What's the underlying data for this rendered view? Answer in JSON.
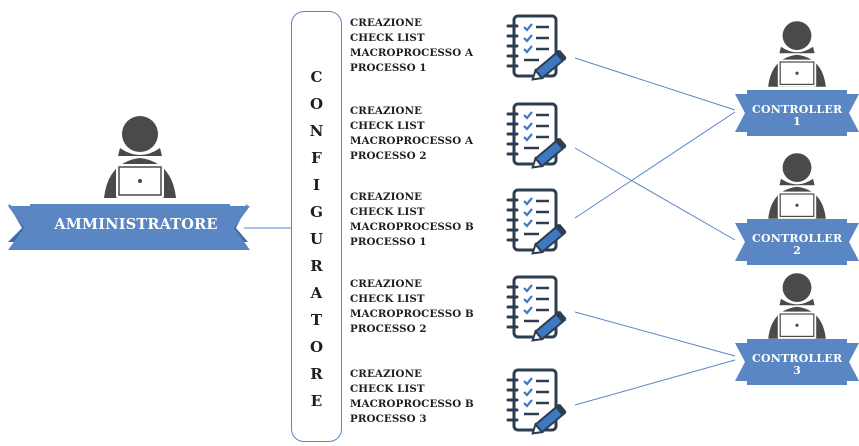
{
  "administrator": {
    "label": "AMMINISTRATORE"
  },
  "configurare": {
    "letters": [
      "C",
      "O",
      "N",
      "F",
      "I",
      "G",
      "U",
      "R",
      "A",
      "T",
      "O",
      "R",
      "E"
    ]
  },
  "tasks": [
    {
      "line1": "CREAZIONE",
      "line2": "CHECK LIST",
      "line3": "MACROPROCESSO A",
      "line4": "PROCESSO 1"
    },
    {
      "line1": "CREAZIONE",
      "line2": "CHECK LIST",
      "line3": "MACROPROCESSO A",
      "line4": "PROCESSO 2"
    },
    {
      "line1": "CREAZIONE",
      "line2": "CHECK LIST",
      "line3": "MACROPROCESSO B",
      "line4": "PROCESSO 1"
    },
    {
      "line1": "CREAZIONE",
      "line2": "CHECK LIST",
      "line3": "MACROPROCESSO B",
      "line4": "PROCESSO 2"
    },
    {
      "line1": "CREAZIONE",
      "line2": "CHECK LIST",
      "line3": "MACROPROCESSO B",
      "line4": "PROCESSO 3"
    }
  ],
  "controllers": [
    {
      "label": "CONTROLLER",
      "number": "1"
    },
    {
      "label": "CONTROLLER",
      "number": "2"
    },
    {
      "label": "CONTROLLER",
      "number": "3"
    }
  ],
  "connections": [
    {
      "from": "task-1",
      "to": "controller-1"
    },
    {
      "from": "task-2",
      "to": "controller-2"
    },
    {
      "from": "task-3",
      "to": "controller-1"
    },
    {
      "from": "task-4",
      "to": "controller-3"
    },
    {
      "from": "task-5",
      "to": "controller-3"
    }
  ],
  "colors": {
    "ribbon": "#5b86c4",
    "ribbon_dark": "#3e6aa8",
    "person": "#4a4a4a",
    "line": "#5b86c4",
    "icon": "#2d3e50",
    "pen": "#3e78c4"
  },
  "icons": {
    "person": "user-at-laptop-icon",
    "checklist": "checklist-notebook-pen-icon"
  }
}
